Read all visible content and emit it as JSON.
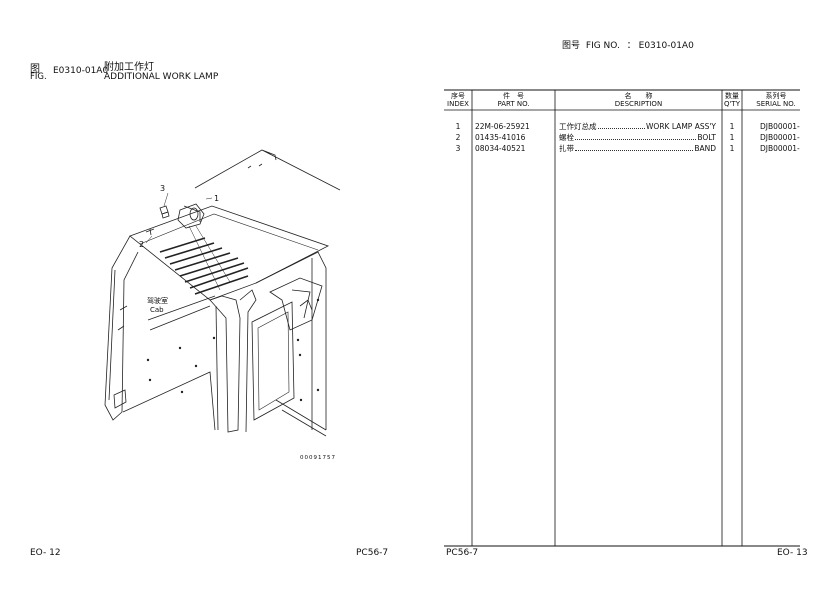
{
  "left_page": {
    "fig_label_cn": "图",
    "fig_label_en": "FIG.",
    "fig_code": "E0310-01A0",
    "title_cn": "附加工作灯",
    "title_en": "ADDITIONAL WORK LAMP",
    "callouts": [
      "3",
      "2",
      "1"
    ],
    "cab_label_cn": "驾驶室",
    "cab_label_en": "Cab",
    "drawing_code": "00091757",
    "page_number": "EO- 12",
    "model": "PC56-7"
  },
  "right_page": {
    "fig_no_cn": "图号",
    "fig_no_en": "FIG NO.",
    "fig_no_sep": "：",
    "fig_no_value": "E0310-01A0",
    "table": {
      "headers": [
        {
          "cn": "序号",
          "en": "INDEX"
        },
        {
          "cn": "件　号",
          "en": "PART NO."
        },
        {
          "cn": "名　　称",
          "en": "DESCRIPTION"
        },
        {
          "cn": "数量",
          "en": "Q'TY"
        },
        {
          "cn": "系列号",
          "en": "SERIAL NO."
        }
      ],
      "rows": [
        {
          "index": "1",
          "part_no": "22M-06-25921",
          "desc_cn": "工作灯总成",
          "desc_en": "WORK LAMP ASS'Y",
          "qty": "1",
          "serial": "DJB00001-"
        },
        {
          "index": "2",
          "part_no": "01435-41016",
          "desc_cn": "螺栓",
          "desc_en": "BOLT",
          "qty": "1",
          "serial": "DJB00001-"
        },
        {
          "index": "3",
          "part_no": "08034-40521",
          "desc_cn": "扎带",
          "desc_en": "BAND",
          "qty": "1",
          "serial": "DJB00001-"
        }
      ]
    },
    "model": "PC56-7",
    "page_number": "EO- 13"
  }
}
